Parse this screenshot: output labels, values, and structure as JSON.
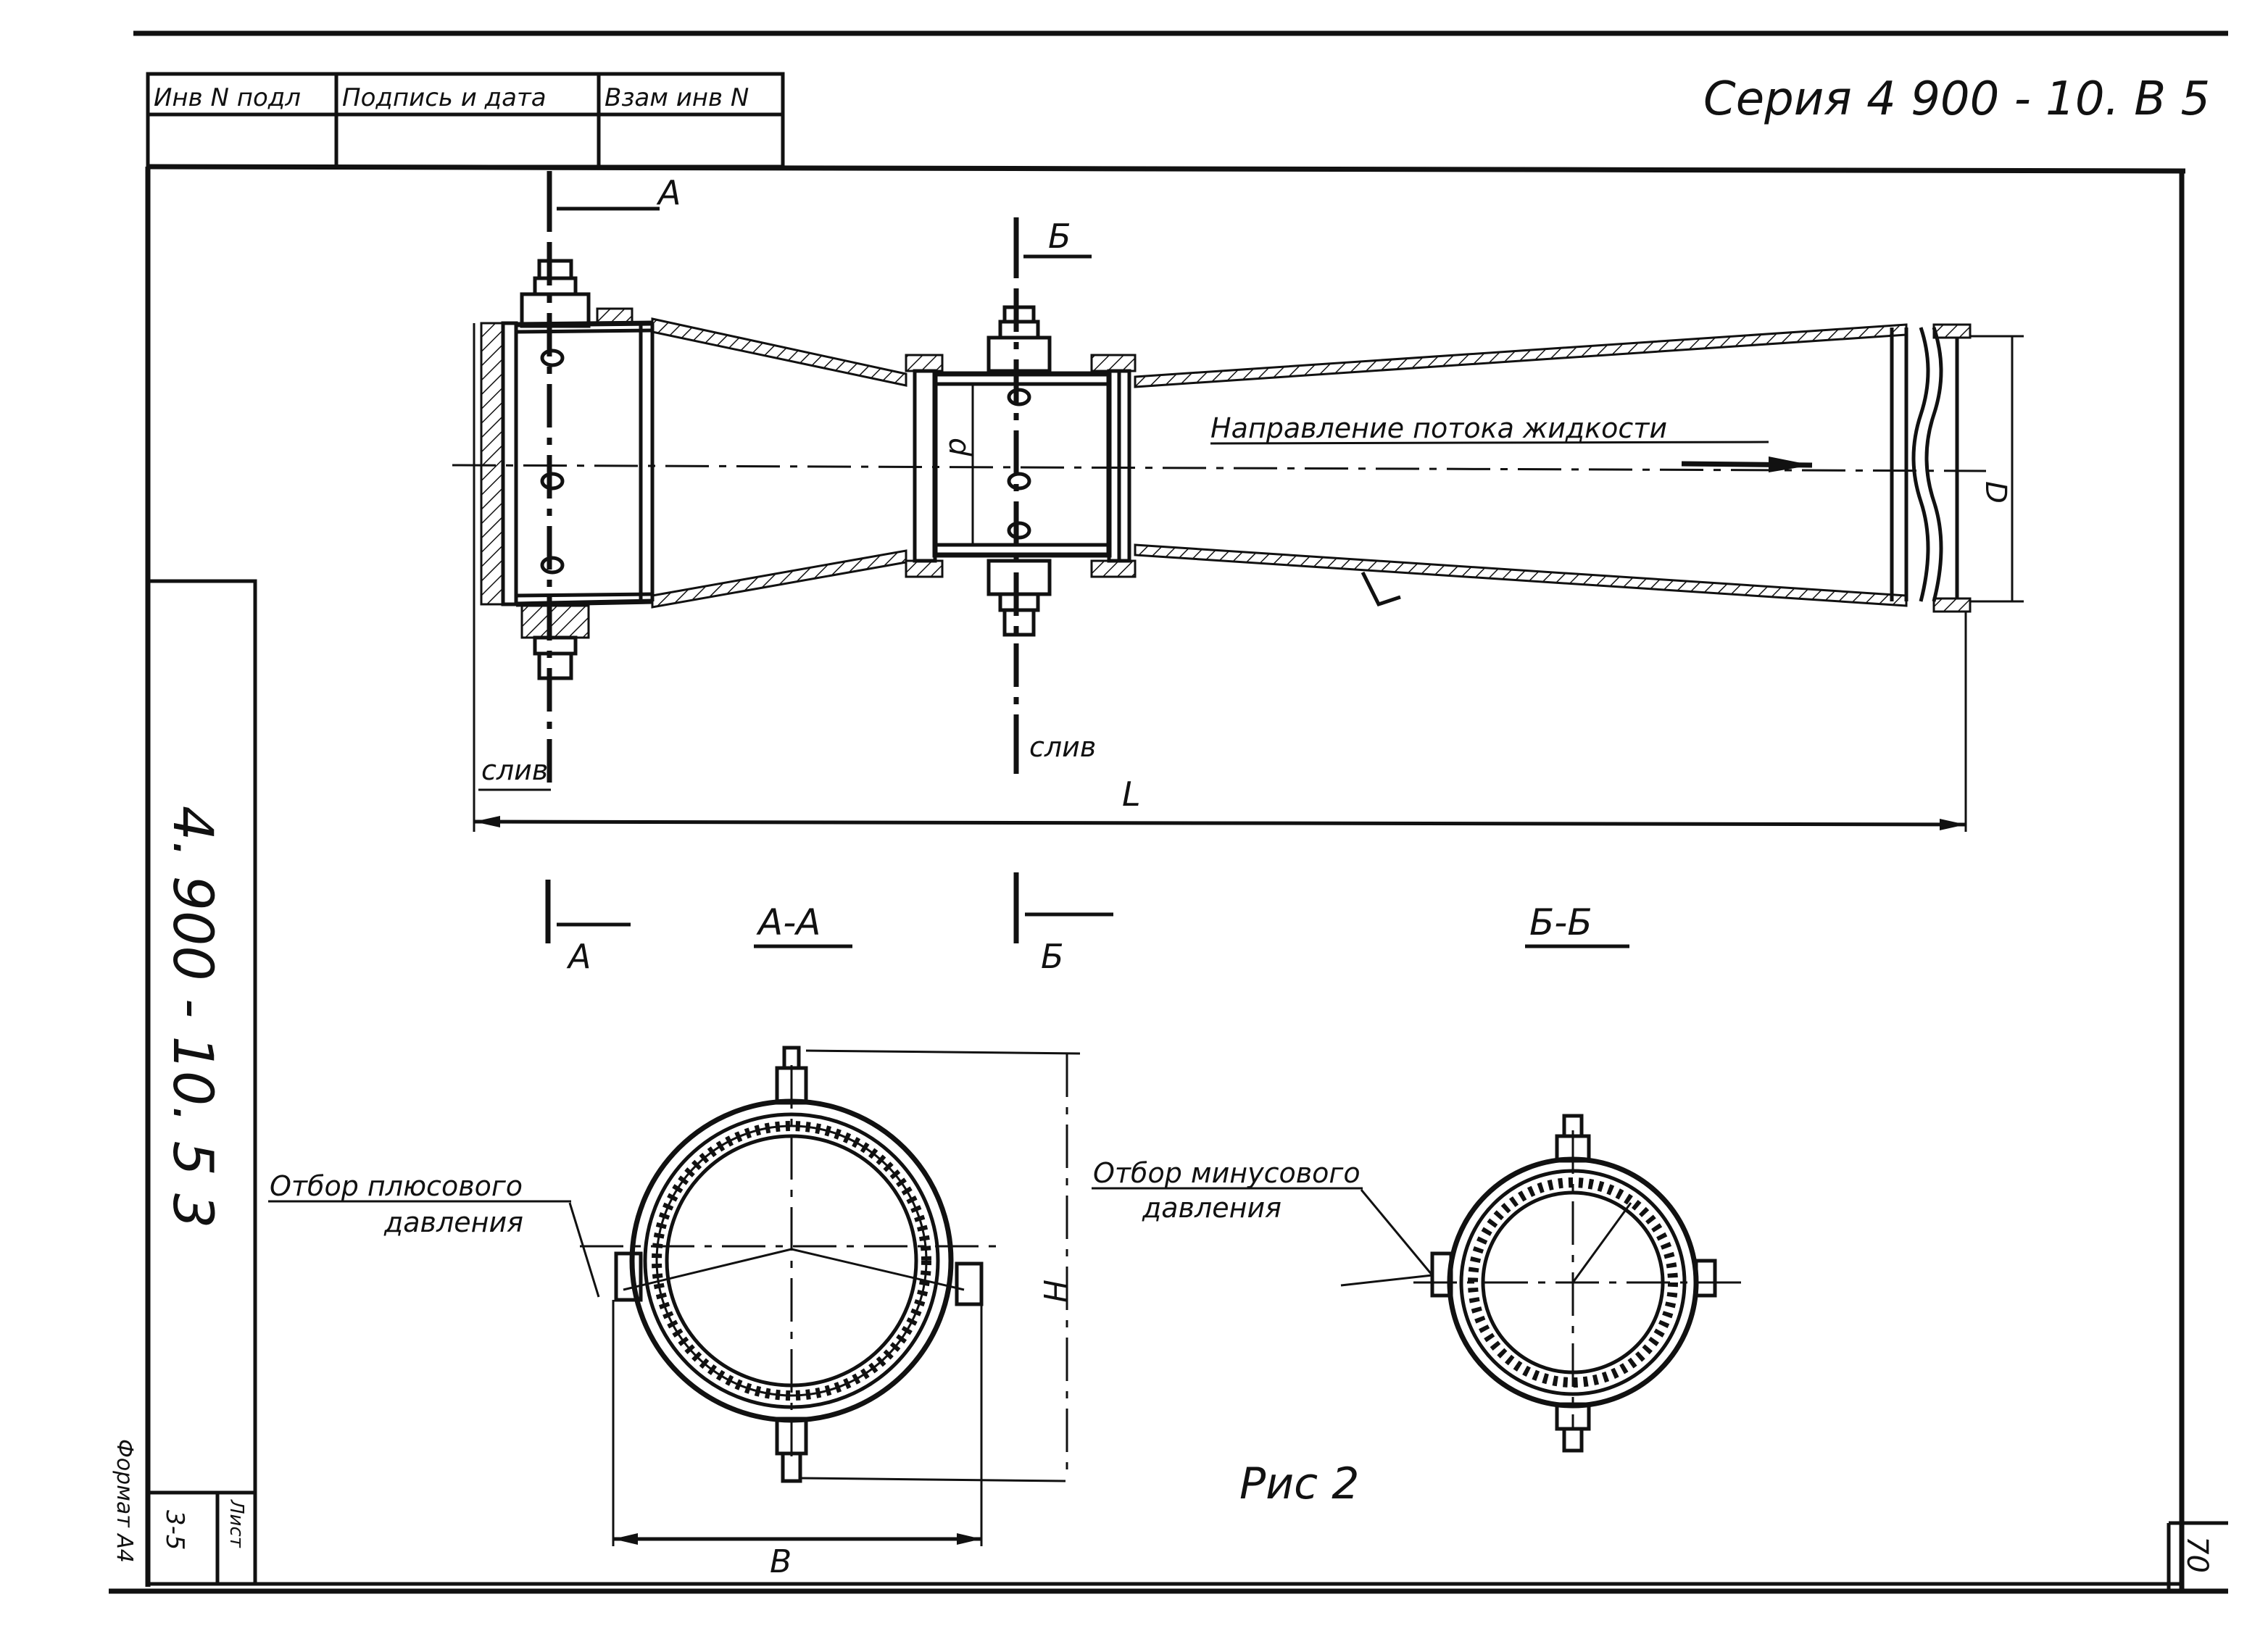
{
  "title_block": {
    "col1": "Инв N подл",
    "col2": "Подпись и дата",
    "col3": "Взам инв N"
  },
  "series": "Серия 4 900 - 10. В 5",
  "side_code": "4. 900 - 10. 5 3",
  "sheet_label": "Лист",
  "sheet_number": "3-5",
  "format": "Формат А4",
  "page_number": "70",
  "labels": {
    "section_a": "А",
    "section_b": "Б",
    "flow_direction": "Направление потока жидкости",
    "drain_1": "слив",
    "drain_2": "слив",
    "dim_L": "L",
    "dim_d": "d",
    "dim_D": "D",
    "dim_H": "H",
    "dim_B": "B",
    "section_aa_title": "А-А",
    "section_bb_title": "Б-Б",
    "plus_pressure_line1": "Отбор плюсового",
    "plus_pressure_line2": "давления",
    "minus_pressure_line1": "Отбор минусового",
    "minus_pressure_line2": "давления",
    "figure": "Рис 2"
  },
  "colors": {
    "ink": "#111111",
    "paper": "#ffffff"
  }
}
